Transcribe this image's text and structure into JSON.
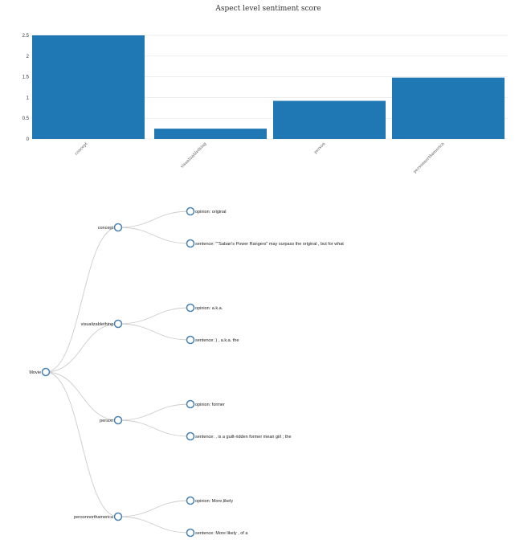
{
  "chart_data": {
    "type": "bar",
    "title": "Aspect level sentiment score",
    "categories": [
      "concept",
      "visualizablething",
      "person",
      "personnorthamerica"
    ],
    "values": [
      2.5,
      0.25,
      0.92,
      1.48
    ],
    "ylim": [
      0,
      2.5
    ],
    "yticks": [
      "0",
      "0.5",
      "1",
      "1.5",
      "2",
      "2.5"
    ],
    "grid": true,
    "bar_color": "#1f77b4"
  },
  "tree": {
    "root": "Movie",
    "aspects": [
      {
        "name": "concept",
        "children": [
          "opinion: original",
          "sentence: \"\"Saban's Power Rangers\" may surpass the original , but for what"
        ]
      },
      {
        "name": "visualizablething",
        "children": [
          "opinion: a.k.a.",
          "sentence: ) , a.k.a. the"
        ]
      },
      {
        "name": "person",
        "children": [
          "opinion: former",
          "sentence: , is a guilt-ridden former mean girl ; the"
        ]
      },
      {
        "name": "personnorthamerica",
        "children": [
          "opinion: More,likely",
          "sentence: More likely , of a"
        ]
      }
    ],
    "link_color": "#cccccc",
    "node_stroke": "#4682b4"
  }
}
